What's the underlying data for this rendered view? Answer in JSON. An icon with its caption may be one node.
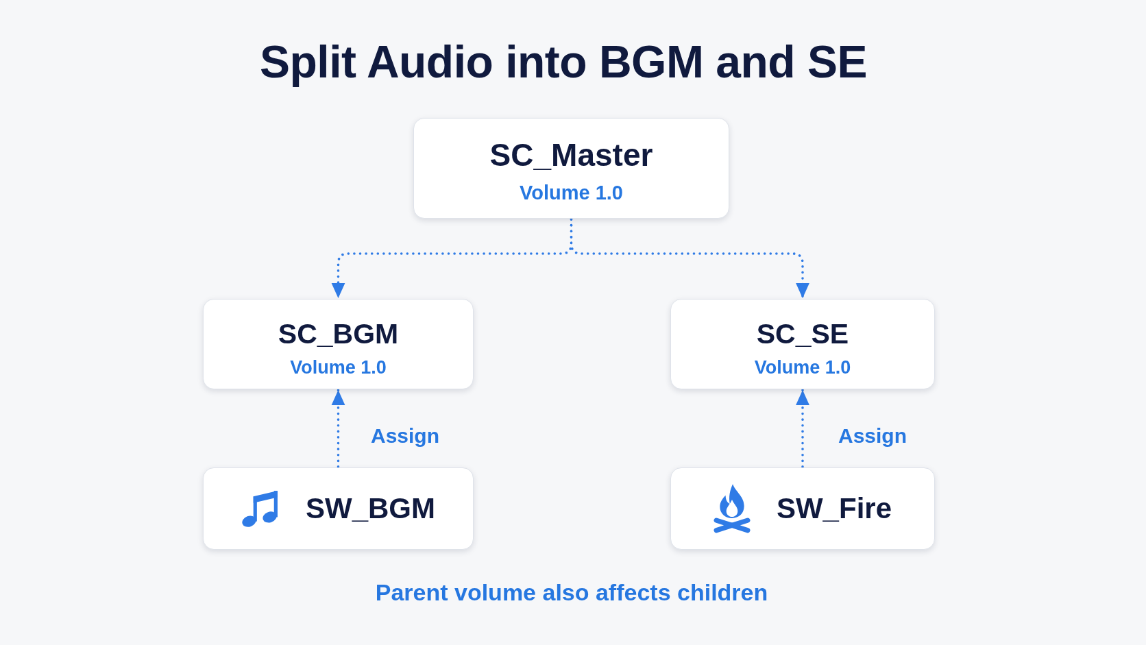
{
  "diagram": {
    "title": "Split Audio into BGM and SE",
    "nodes": [
      {
        "text": [
          "SC_Master",
          "Volume 1.0"
        ]
      },
      {
        "text": [
          "SC_BGM",
          "Volume 1.0"
        ]
      },
      {
        "text": [
          "SC_SE",
          "Volume 1.0"
        ]
      },
      {
        "text": [
          "SW_BGM"
        ]
      },
      {
        "text": [
          "SW_Fire"
        ]
      }
    ],
    "edges": [
      {
        "from": 0,
        "to": 1,
        "arrow": "to",
        "style": "dashed"
      },
      {
        "from": 0,
        "to": 2,
        "arrow": "to",
        "style": "dashed"
      },
      {
        "from": 3,
        "to": 1,
        "arrow": "to",
        "style": "dashed",
        "label": "Assign"
      },
      {
        "from": 4,
        "to": 2,
        "arrow": "to",
        "style": "dashed",
        "label": "Assign"
      }
    ],
    "caption": "Parent volume also affects children"
  }
}
